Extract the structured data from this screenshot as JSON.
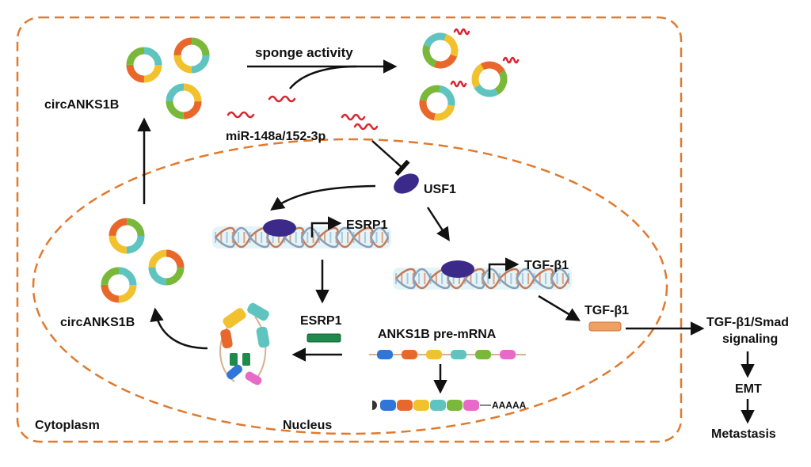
{
  "labels": {
    "circ_top": "circANKS1B",
    "circ_left": "circANKS1B",
    "sponge": "sponge activity",
    "mir": "miR-148a/152-3p",
    "usf1": "USF1",
    "esrp1_gene": "ESRP1",
    "tgf_gene": "TGF-β1",
    "esrp1_protein": "ESRP1",
    "premrna": "ANKS1B pre-mRNA",
    "tgf_protein": "TGF-β1",
    "signaling_line1": "TGF-β1/Smad",
    "signaling_line2": "signaling",
    "emt": "EMT",
    "metastasis": "Metastasis",
    "polyA": "AAAAA",
    "cytoplasm": "Cytoplasm",
    "nucleus": "Nucleus"
  },
  "colors": {
    "boundary": "#e07a2e",
    "arrow": "#111111",
    "mirna": "#d8262f",
    "protein": "#3b2a8a",
    "ring_teal": "#5fc4c0",
    "ring_yellow": "#f2c12e",
    "ring_orange": "#e8672a",
    "ring_green": "#7ab83a",
    "exon_blue": "#2f76d8",
    "exon_orange": "#e8672a",
    "exon_yellow": "#f2c12e",
    "exon_teal": "#5fc4c0",
    "exon_green": "#7ab83a",
    "exon_pink": "#e86ac8",
    "esrp1_box": "#1f8a4c",
    "tgf_box": "#f0a060"
  }
}
